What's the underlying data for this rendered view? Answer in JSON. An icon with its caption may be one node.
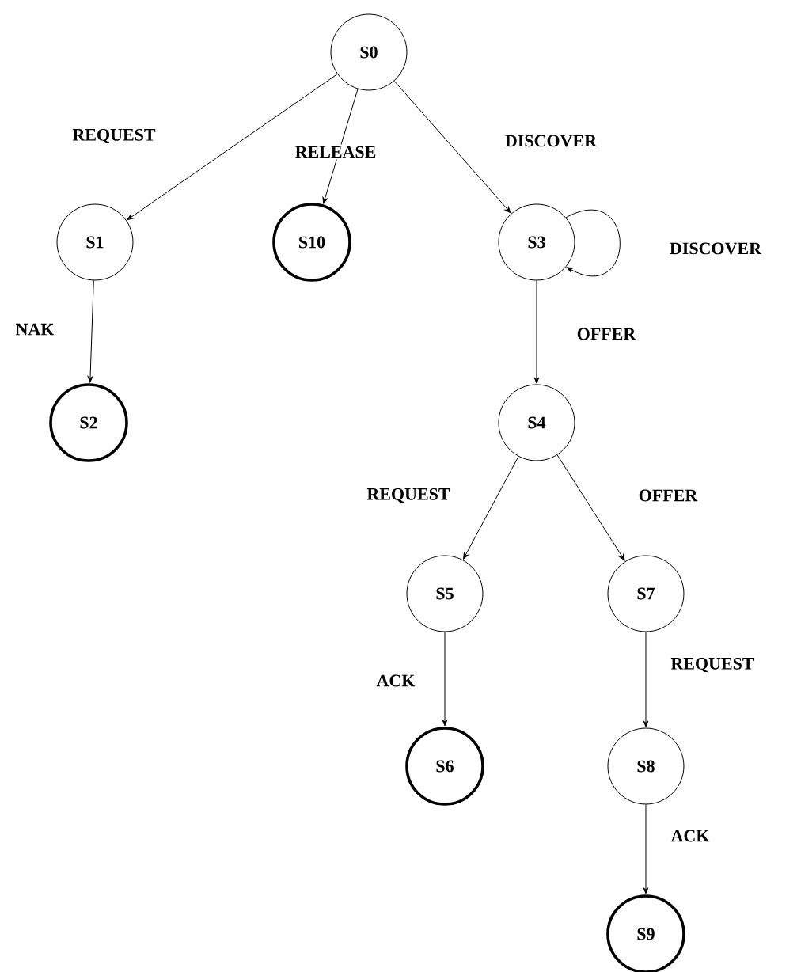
{
  "diagram": {
    "nodes": [
      {
        "text": [
          "S0"
        ]
      },
      {
        "text": [
          "S1"
        ]
      },
      {
        "text": [
          "S10"
        ]
      },
      {
        "text": [
          "S3"
        ]
      },
      {
        "text": [
          "S2"
        ]
      },
      {
        "text": [
          "S4"
        ]
      },
      {
        "text": [
          "S5"
        ]
      },
      {
        "text": [
          "S7"
        ]
      },
      {
        "text": [
          "S6"
        ]
      },
      {
        "text": [
          "S8"
        ]
      },
      {
        "text": [
          "S9"
        ]
      }
    ],
    "edges": [
      {
        "from": 0,
        "to": 1,
        "arrow": "to",
        "label": "REQUEST"
      },
      {
        "from": 0,
        "to": 2,
        "arrow": "to",
        "label": "RELEASE"
      },
      {
        "from": 0,
        "to": 3,
        "arrow": "to",
        "label": "DISCOVER"
      },
      {
        "from": 3,
        "to": 3,
        "arrow": "to",
        "label": "DISCOVER"
      },
      {
        "from": 1,
        "to": 4,
        "arrow": "to",
        "label": "NAK"
      },
      {
        "from": 3,
        "to": 5,
        "arrow": "to",
        "label": "OFFER"
      },
      {
        "from": 5,
        "to": 6,
        "arrow": "to",
        "label": "REQUEST"
      },
      {
        "from": 5,
        "to": 7,
        "arrow": "to",
        "label": "OFFER"
      },
      {
        "from": 6,
        "to": 8,
        "arrow": "to",
        "label": "ACK"
      },
      {
        "from": 7,
        "to": 9,
        "arrow": "to",
        "label": "REQUEST"
      },
      {
        "from": 9,
        "to": 10,
        "arrow": "to",
        "label": "ACK"
      }
    ]
  }
}
